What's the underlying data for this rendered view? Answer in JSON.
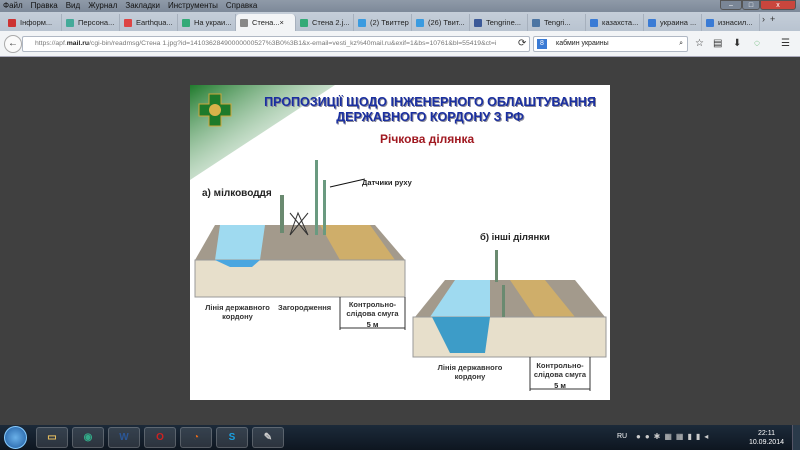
{
  "menu": [
    "Файл",
    "Правка",
    "Вид",
    "Журнал",
    "Закладки",
    "Инструменты",
    "Справка"
  ],
  "tabs": [
    {
      "label": "Інформ...",
      "icon": "news-icon",
      "color": "#c33"
    },
    {
      "label": "Персона...",
      "icon": "f-icon",
      "color": "#4a9"
    },
    {
      "label": "Earthqua...",
      "icon": "quake-icon",
      "color": "#d44"
    },
    {
      "label": "На украи...",
      "icon": "globe-icon",
      "color": "#3a7"
    },
    {
      "label": "Стена...",
      "icon": "image-icon",
      "color": "#888",
      "active": true
    },
    {
      "label": "Стена 2.j...",
      "icon": "globe-icon",
      "color": "#3a7"
    },
    {
      "label": "(2) Твиттер",
      "icon": "twitter-icon",
      "color": "#3a9be0"
    },
    {
      "label": "(26) Твит...",
      "icon": "twitter-icon",
      "color": "#3a9be0"
    },
    {
      "label": "Tengrine...",
      "icon": "facebook-icon",
      "color": "#3b5998"
    },
    {
      "label": "Tengri...",
      "icon": "vk-icon",
      "color": "#4c75a3"
    },
    {
      "label": "казахста...",
      "icon": "google-icon",
      "color": "#3a7bd5"
    },
    {
      "label": "украина ...",
      "icon": "google-icon",
      "color": "#3a7bd5"
    },
    {
      "label": "изнасил...",
      "icon": "google-icon",
      "color": "#3a7bd5"
    }
  ],
  "url": {
    "prefix": "https://apf.",
    "domain": "mail.ru",
    "rest": "/cgi-bin/readmsg/Стена 1.jpg?id=14103628490000000527%3B0%3B1&x-email=vesti_kz%40mail.ru&exif=1&bs=10761&bl=55419&ct=i"
  },
  "search": {
    "value": "кабмин украины"
  },
  "slide": {
    "title1": "ПРОПОЗИЦІЇ ЩОДО ІНЖЕНЕРНОГО ОБЛАШТУВАННЯ",
    "title2": "ДЕРЖАВНОГО КОРДОНУ З РФ",
    "subtitle": "Річкова ділянка",
    "a_label": "а) мілководдя",
    "sensors": "Датчики руху",
    "a_border": "Лінія державного кордону",
    "a_fence": "Загородження",
    "a_strip": "Контрольно-слідова смуга",
    "a_width": "5 м",
    "b_label": "б) інші ділянки",
    "b_border": "Лінія державного кордону",
    "b_strip": "Контрольно-слідова смуга",
    "b_width": "5 м"
  },
  "tray": {
    "lang": "RU",
    "time": "22:11",
    "date": "10.09.2014"
  },
  "taskbar": [
    "explorer",
    "chrome",
    "word",
    "opera",
    "firefox",
    "skype",
    "paint"
  ]
}
